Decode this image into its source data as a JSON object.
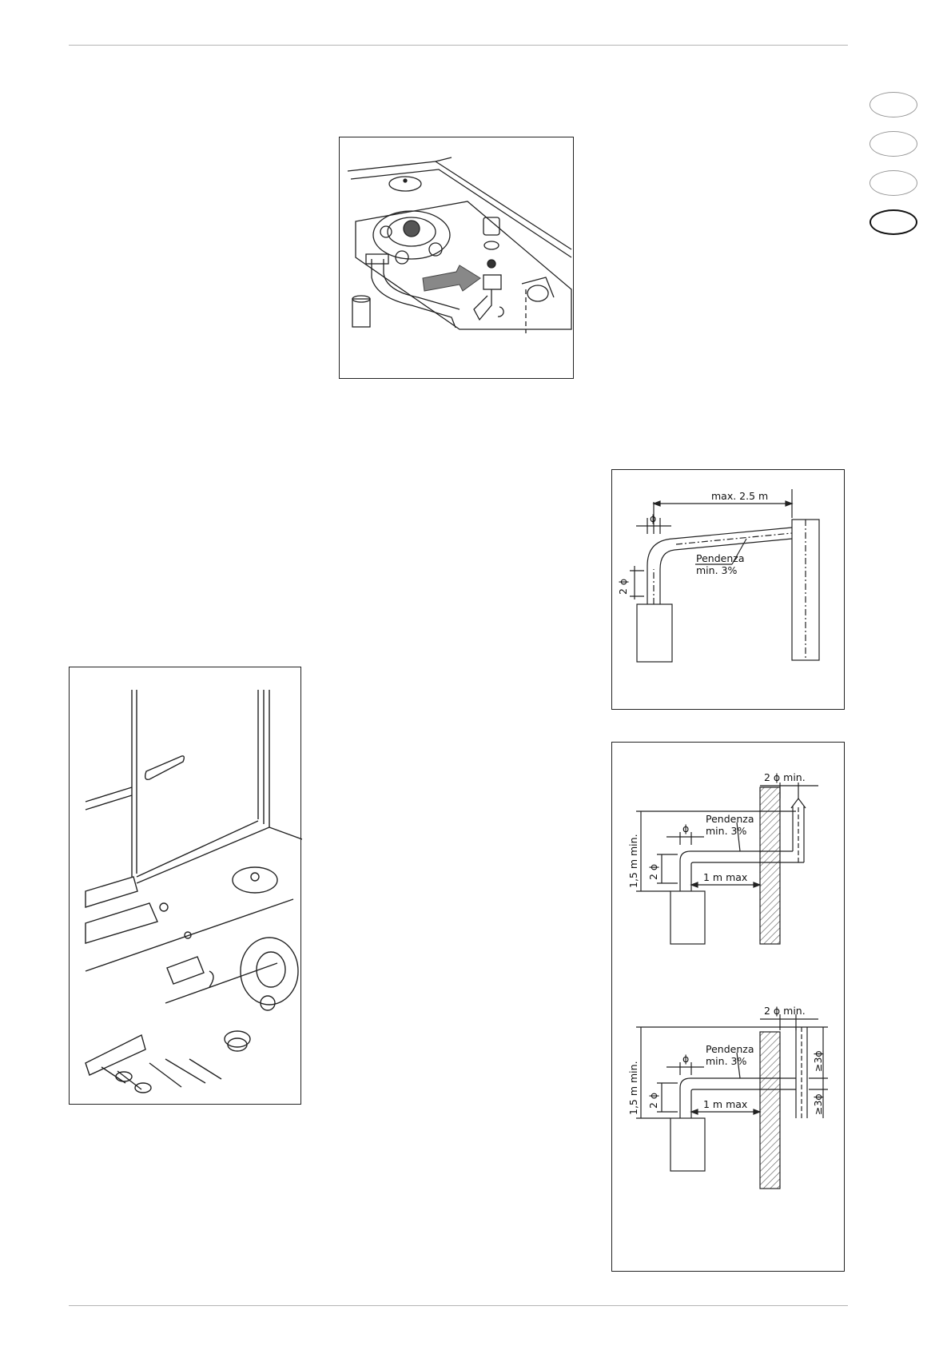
{
  "language_tabs": [
    {
      "id": "tab1",
      "active": false
    },
    {
      "id": "tab2",
      "active": false
    },
    {
      "id": "tab3",
      "active": false
    },
    {
      "id": "tab4",
      "active": true
    }
  ],
  "figures": {
    "top_photo": {
      "subject": "gas valve connection with tap and gasket"
    },
    "left_photo": {
      "subject": "boiler interior bottom panel"
    },
    "flue_a": {
      "max_length": "max. 2.5 m",
      "phi": "ϕ",
      "two_phi": "2 ϕ",
      "slope_line1": "Pendenza",
      "slope_line2": "min. 3%"
    },
    "flue_b": {
      "two_phi_min": "2 ϕ min.",
      "height_min": "1,5 m min.",
      "slope_line1": "Pendenza",
      "slope_line2": "min. 3%",
      "phi": "ϕ",
      "two_phi": "2 ϕ",
      "one_m_max": "1 m max"
    },
    "flue_c": {
      "two_phi_min": "2 ϕ min.",
      "height_min": "1,5 m min.",
      "slope_line1": "Pendenza",
      "slope_line2": "min. 3%",
      "phi": "ϕ",
      "two_phi": "2 ϕ",
      "one_m_max": "1 m max",
      "three_phi_a": "≥3ϕ",
      "three_phi_b": "≥3ϕ"
    }
  },
  "colors": {
    "rule": "#b5b5b5",
    "ink": "#111111",
    "hatch": "#555555"
  }
}
